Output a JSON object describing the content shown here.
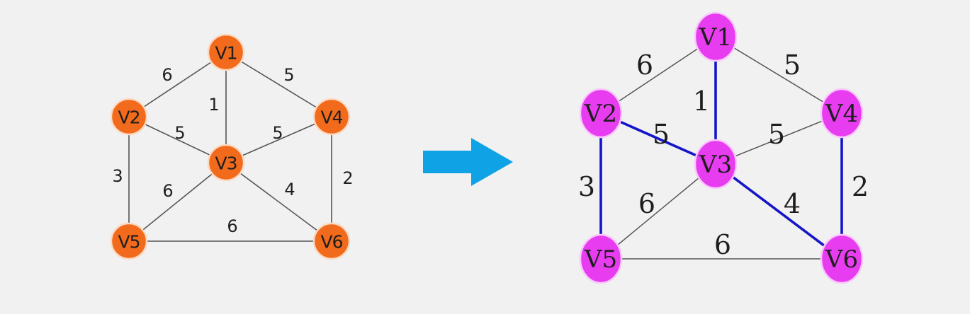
{
  "colors": {
    "background": "#f1f1f1",
    "left_node_fill": "#f26a1b",
    "left_node_stroke": "#fcd9c2",
    "right_node_fill": "#e83cf0",
    "right_node_stroke": "#f9c8fc",
    "edge": "#555555",
    "mst_edge": "#1515c8",
    "arrow": "#0fa3e6",
    "text": "#1e1e1e"
  },
  "arrow": {
    "icon": "right-arrow-icon"
  },
  "graphs": [
    {
      "id": "original",
      "nodes": [
        "V1",
        "V2",
        "V3",
        "V4",
        "V5",
        "V6"
      ],
      "edges": [
        {
          "from": "V1",
          "to": "V2",
          "weight": "6",
          "highlighted": false
        },
        {
          "from": "V1",
          "to": "V4",
          "weight": "5",
          "highlighted": false
        },
        {
          "from": "V1",
          "to": "V3",
          "weight": "1",
          "highlighted": false
        },
        {
          "from": "V2",
          "to": "V3",
          "weight": "5",
          "highlighted": false
        },
        {
          "from": "V3",
          "to": "V4",
          "weight": "5",
          "highlighted": false
        },
        {
          "from": "V2",
          "to": "V5",
          "weight": "3",
          "highlighted": false
        },
        {
          "from": "V4",
          "to": "V6",
          "weight": "2",
          "highlighted": false
        },
        {
          "from": "V3",
          "to": "V5",
          "weight": "6",
          "highlighted": false
        },
        {
          "from": "V3",
          "to": "V6",
          "weight": "4",
          "highlighted": false
        },
        {
          "from": "V5",
          "to": "V6",
          "weight": "6",
          "highlighted": false
        }
      ]
    },
    {
      "id": "spanning-tree",
      "nodes": [
        "V1",
        "V2",
        "V3",
        "V4",
        "V5",
        "V6"
      ],
      "edges": [
        {
          "from": "V1",
          "to": "V2",
          "weight": "6",
          "highlighted": false
        },
        {
          "from": "V1",
          "to": "V4",
          "weight": "5",
          "highlighted": false
        },
        {
          "from": "V1",
          "to": "V3",
          "weight": "1",
          "highlighted": true
        },
        {
          "from": "V2",
          "to": "V3",
          "weight": "5",
          "highlighted": true
        },
        {
          "from": "V3",
          "to": "V4",
          "weight": "5",
          "highlighted": false
        },
        {
          "from": "V2",
          "to": "V5",
          "weight": "3",
          "highlighted": true
        },
        {
          "from": "V4",
          "to": "V6",
          "weight": "2",
          "highlighted": true
        },
        {
          "from": "V3",
          "to": "V5",
          "weight": "6",
          "highlighted": false
        },
        {
          "from": "V3",
          "to": "V6",
          "weight": "4",
          "highlighted": true
        },
        {
          "from": "V5",
          "to": "V6",
          "weight": "6",
          "highlighted": false
        }
      ]
    }
  ]
}
